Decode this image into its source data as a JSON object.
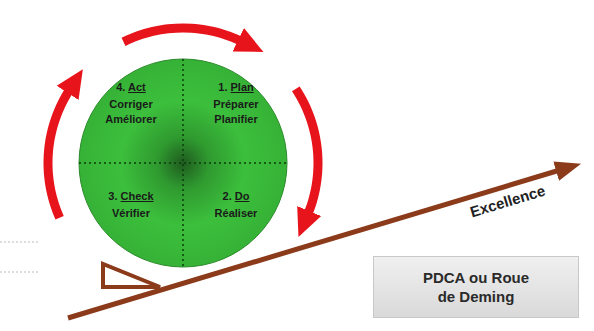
{
  "diagram": {
    "nodes": [
      {
        "text": [
          "4. Act",
          "Corriger Améliorer"
        ]
      },
      {
        "text": [
          "1. Plan",
          "Préparer Planifier"
        ]
      },
      {
        "text": [
          "3. Check",
          "Vérifier"
        ]
      },
      {
        "text": [
          "2. Do",
          "Réaliser"
        ]
      },
      {
        "text": [
          "PDCA ou Roue de Deming"
        ]
      }
    ],
    "edges": [
      {
        "from": 0,
        "to": 1,
        "arrow": "to"
      },
      {
        "from": 1,
        "to": 3,
        "arrow": "to"
      },
      {
        "from": 2,
        "to": 0,
        "arrow": "to"
      }
    ],
    "labels": [
      "Excellence"
    ]
  }
}
